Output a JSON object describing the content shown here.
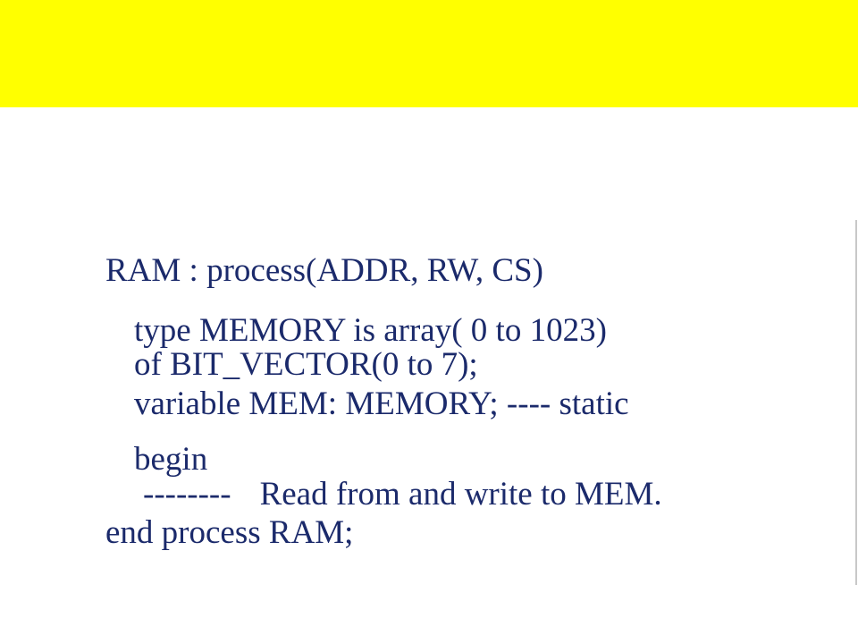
{
  "colors": {
    "title_band": "#ffff00",
    "code_text": "#1b2a6b",
    "background": "#ffffff"
  },
  "code": {
    "line1": "RAM : process(ADDR, RW, CS)",
    "line2": "type MEMORY is array( 0 to 1023)",
    "line3": "of BIT_VECTOR(0 to 7);",
    "line4": "variable MEM: MEMORY; ---- static",
    "line5": "begin",
    "line6_dashes": "--------",
    "line6_text": "Read from and write to MEM.",
    "line7": "end process RAM;"
  }
}
